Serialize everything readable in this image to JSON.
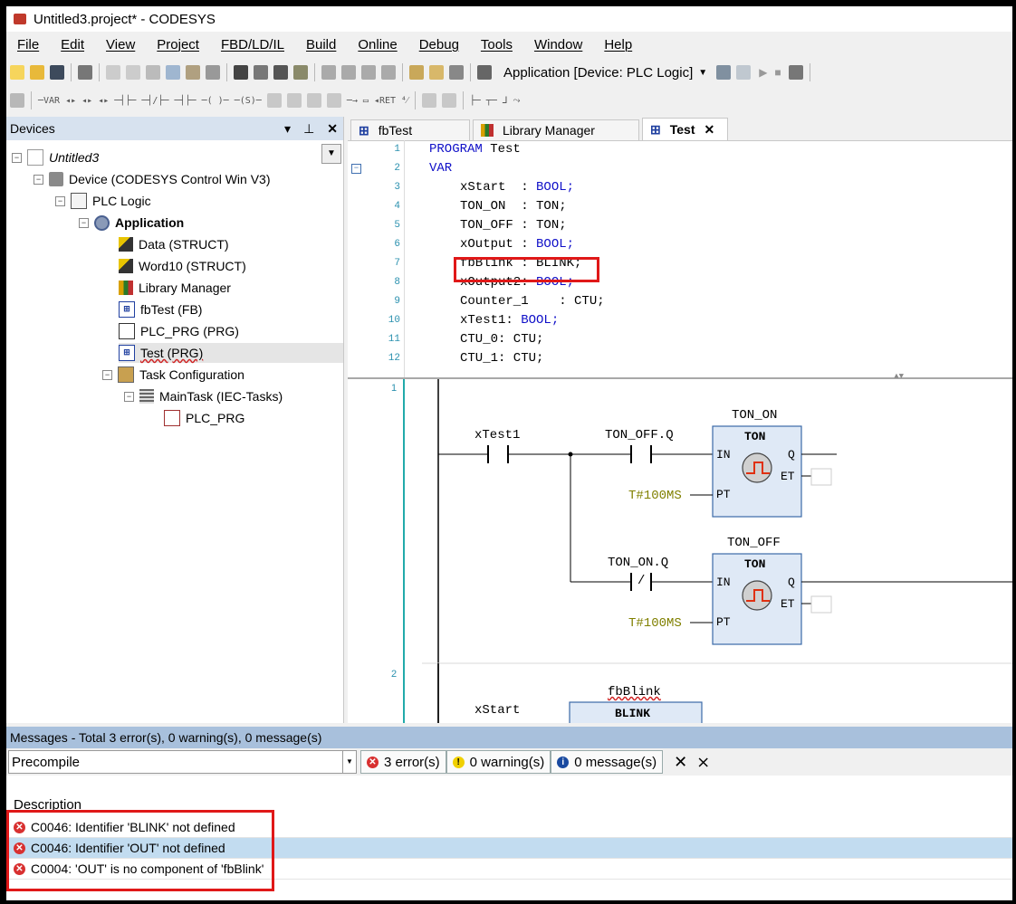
{
  "window": {
    "title": "Untitled3.project* - CODESYS"
  },
  "menu": [
    "File",
    "Edit",
    "View",
    "Project",
    "FBD/LD/IL",
    "Build",
    "Online",
    "Debug",
    "Tools",
    "Window",
    "Help"
  ],
  "toolbar": {
    "active_application": "Application [Device: PLC Logic]"
  },
  "devices": {
    "title": "Devices",
    "tree": [
      {
        "label": "Untitled3",
        "icon": "project-icon"
      },
      {
        "label": "Device (CODESYS Control Win V3)",
        "icon": "device-icon"
      },
      {
        "label": "PLC Logic",
        "icon": "plc-logic-icon"
      },
      {
        "label": "Application",
        "icon": "application-gear-icon"
      },
      {
        "label": "Data (STRUCT)",
        "icon": "struct-icon"
      },
      {
        "label": "Word10 (STRUCT)",
        "icon": "struct-icon"
      },
      {
        "label": "Library Manager",
        "icon": "library-icon"
      },
      {
        "label": "fbTest (FB)",
        "icon": "fb-icon"
      },
      {
        "label": "PLC_PRG (PRG)",
        "icon": "prg-icon"
      },
      {
        "label": "Test (PRG)",
        "icon": "prg-icon"
      },
      {
        "label": "Task Configuration",
        "icon": "task-config-icon"
      },
      {
        "label": "MainTask (IEC-Tasks)",
        "icon": "task-icon"
      },
      {
        "label": "PLC_PRG",
        "icon": "prg-call-icon"
      }
    ]
  },
  "tabs": [
    {
      "label": "fbTest",
      "icon": "fb-icon"
    },
    {
      "label": "Library Manager",
      "icon": "library-icon"
    },
    {
      "label": "Test",
      "icon": "fb-icon",
      "active": true
    }
  ],
  "code": {
    "lines": [
      {
        "n": "1",
        "kw": "PROGRAM",
        "rest": " Test"
      },
      {
        "n": "2",
        "kw": "VAR",
        "rest": ""
      },
      {
        "n": "3",
        "text": "xStart  : ",
        "type": "BOOL;"
      },
      {
        "n": "4",
        "text": "TON_ON  : TON;",
        "type": ""
      },
      {
        "n": "5",
        "text": "TON_OFF : TON;",
        "type": ""
      },
      {
        "n": "6",
        "text": "xOutput : ",
        "type": "BOOL;"
      },
      {
        "n": "7",
        "text": "fbBlink : BLINK;",
        "type": ""
      },
      {
        "n": "8",
        "text": "xOutput2: ",
        "type": "BOOL;"
      },
      {
        "n": "9",
        "text": "Counter_1    : CTU;",
        "type": ""
      },
      {
        "n": "10",
        "text": "xTest1: ",
        "type": "BOOL;"
      },
      {
        "n": "11",
        "text": "CTU_0: CTU;",
        "type": ""
      },
      {
        "n": "12",
        "text": "CTU_1: CTU;",
        "type": ""
      }
    ]
  },
  "ladder": {
    "networks": [
      "1",
      "2"
    ],
    "contact_xtest1": "xTest1",
    "contact_tonoff_q": "TON_OFF.Q",
    "contact_tonon_q": "TON_ON.Q",
    "contact_xstart": "xStart",
    "ton_on_instance": "TON_ON",
    "ton_off_instance": "TON_OFF",
    "ton_type": "TON",
    "pin_in": "IN",
    "pin_pt": "PT",
    "pin_q": "Q",
    "pin_et": "ET",
    "pt_value_1": "T#100MS",
    "pt_value_2": "T#100MS",
    "negated_mark": "/",
    "blink_instance": "fbBlink",
    "blink_type": "BLINK"
  },
  "messages": {
    "header": "Messages - Total 3 error(s), 0 warning(s), 0 message(s)",
    "category": "Precompile",
    "errors_filter": "3 error(s)",
    "warnings_filter": "0 warning(s)",
    "messages_filter": "0 message(s)",
    "description_header": "Description",
    "rows": [
      "C0046:  Identifier 'BLINK' not defined",
      "C0046:  Identifier 'OUT' not defined",
      "C0004:  'OUT' is no component of 'fbBlink'"
    ]
  },
  "colors": {
    "keyword": "#1010c8",
    "line_number": "#2b91af",
    "pt_constant": "#808000",
    "error_red": "#e01818",
    "selected_row": "#c2dcf0"
  }
}
